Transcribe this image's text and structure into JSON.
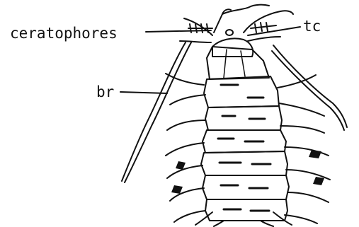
{
  "figure": {
    "labels": {
      "ceratophores": "ceratophores",
      "tc": "tc",
      "br": "br"
    },
    "colors": {
      "ink": "#111111",
      "background": "#ffffff"
    }
  }
}
